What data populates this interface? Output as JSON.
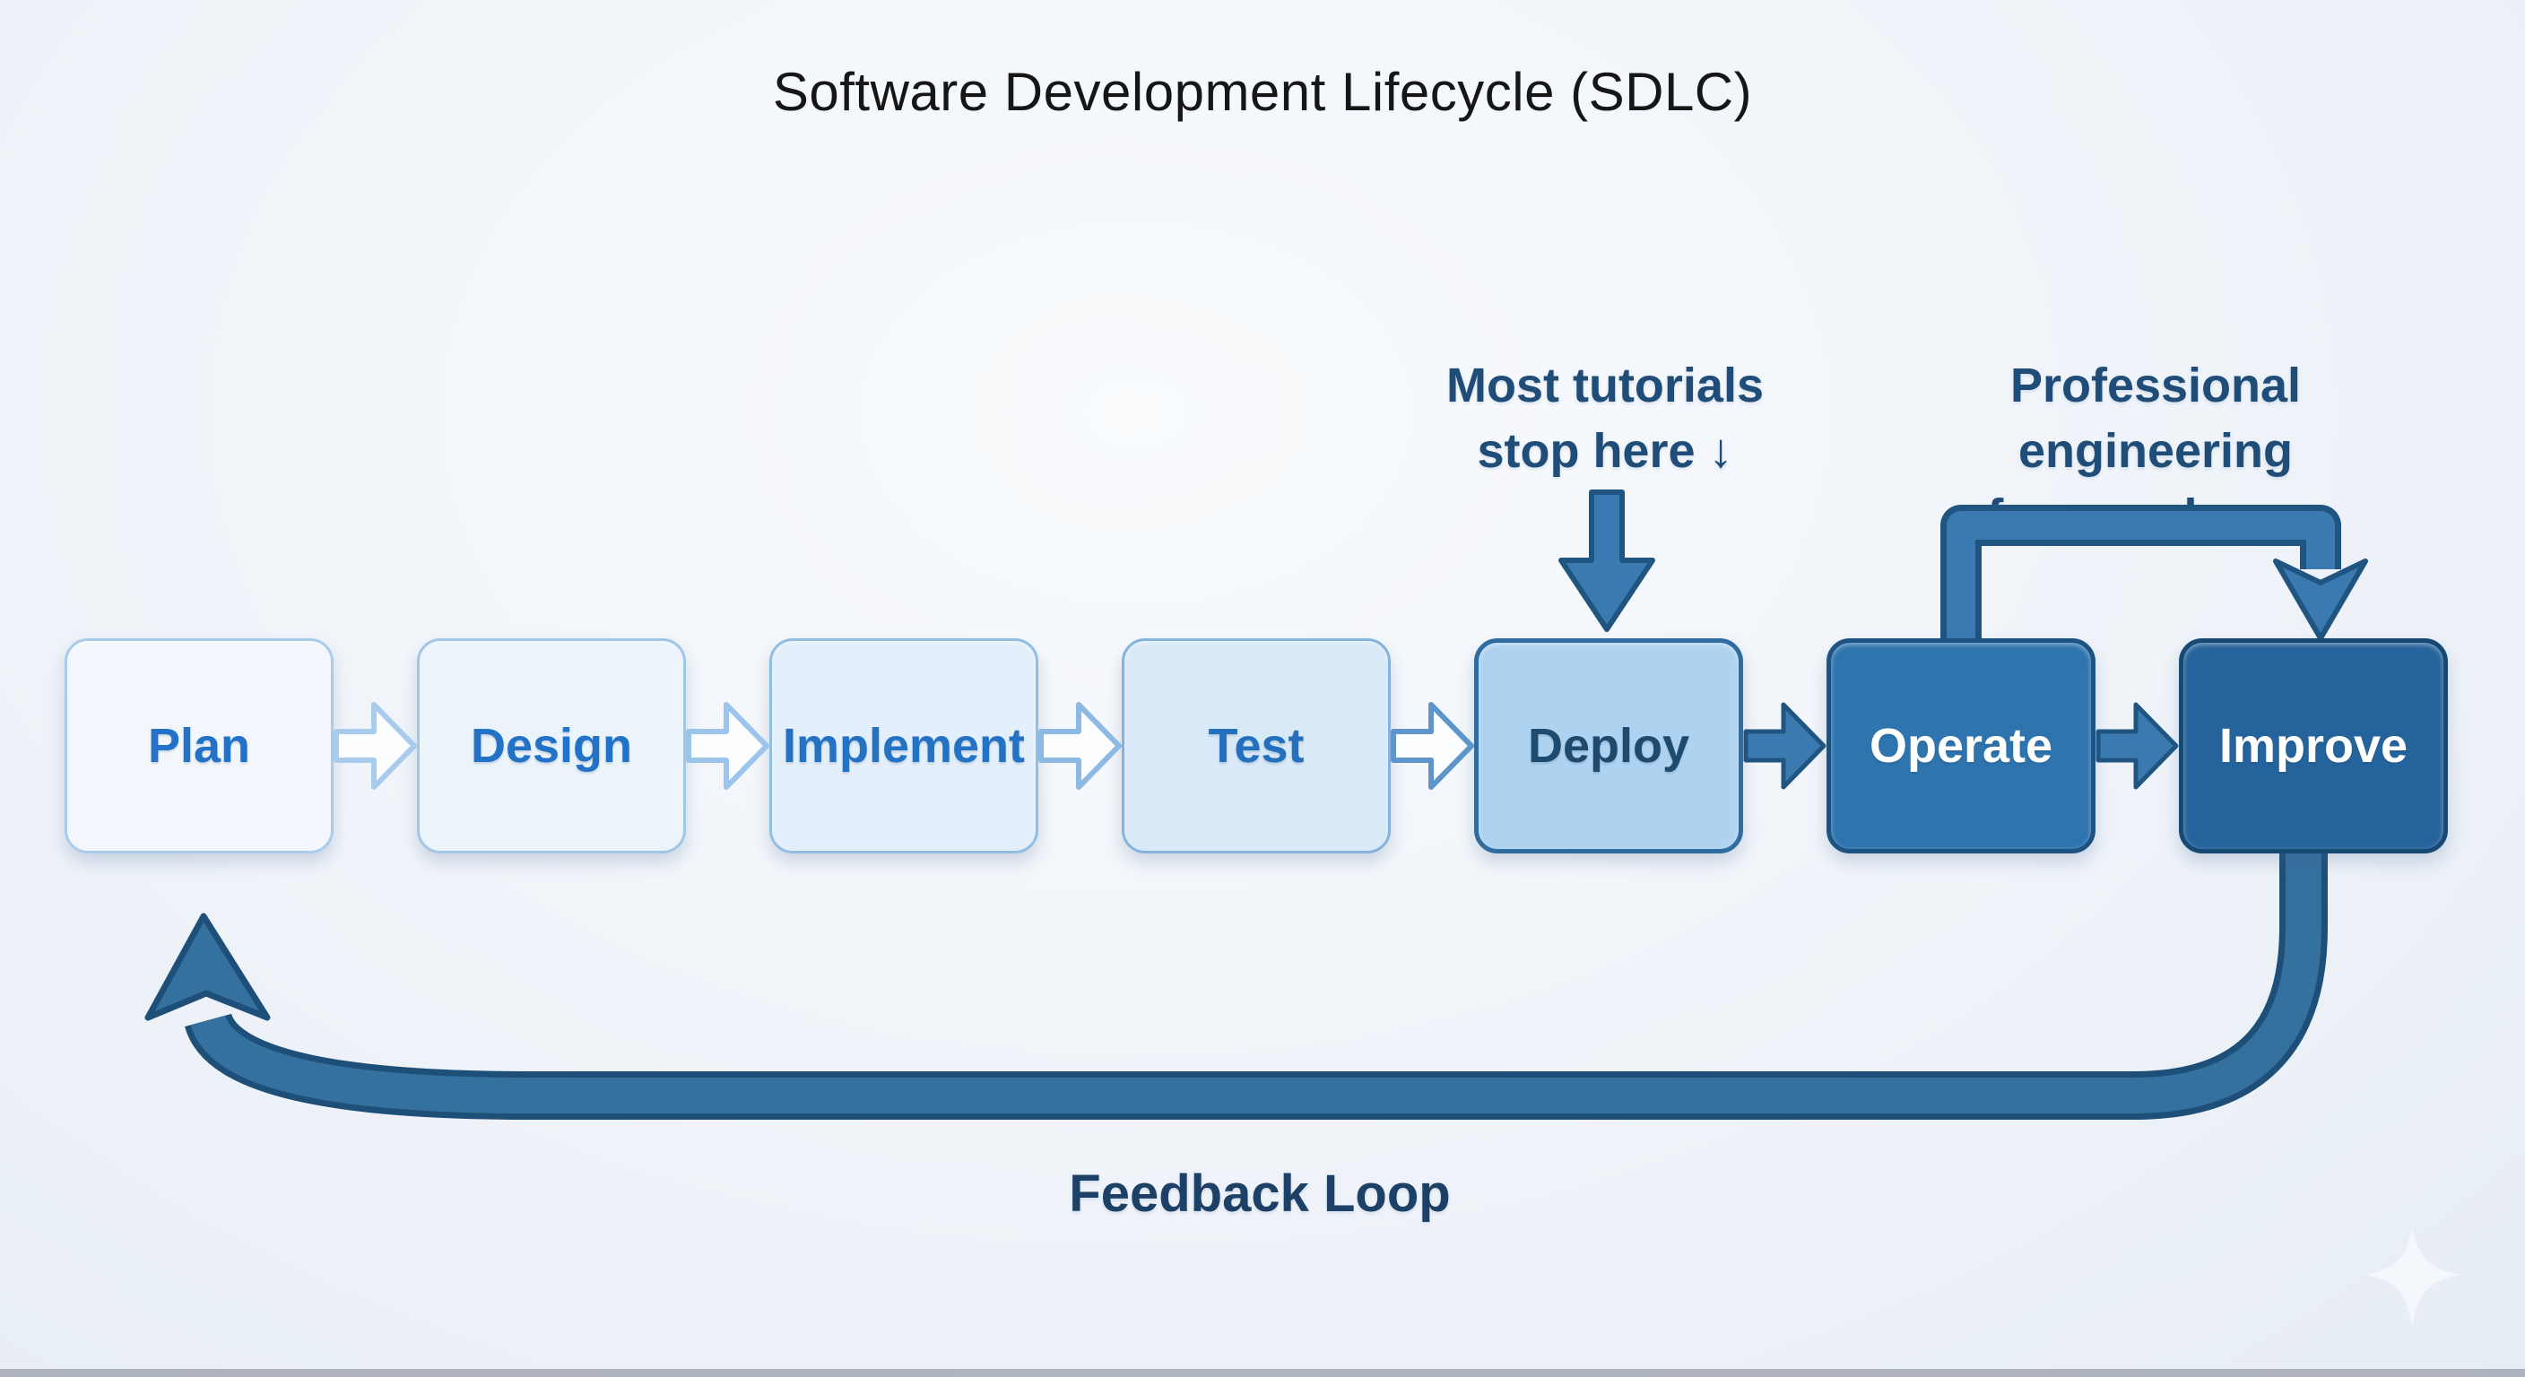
{
  "title": "Software Development Lifecycle (SDLC)",
  "stages": [
    {
      "label": "Plan",
      "fill": "#f3f7fd",
      "border": "#aacbea",
      "border_width": 3,
      "text_color": "#2273c8"
    },
    {
      "label": "Design",
      "fill": "#ebf3fb",
      "border": "#a0c6e8",
      "border_width": 3,
      "text_color": "#2273c8"
    },
    {
      "label": "Implement",
      "fill": "#e3effa",
      "border": "#92bee4",
      "border_width": 3,
      "text_color": "#2372c4"
    },
    {
      "label": "Test",
      "fill": "#d8e9f8",
      "border": "#84b4dd",
      "border_width": 3,
      "text_color": "#2470bf"
    },
    {
      "label": "Deploy",
      "fill": "#aed3f1",
      "border": "#2f6da0",
      "border_width": 5,
      "text_color": "#1e4a6e"
    },
    {
      "label": "Operate",
      "fill": "#2e74ae",
      "border": "#1c5380",
      "border_width": 5,
      "text_color": "#ffffff"
    },
    {
      "label": "Improve",
      "fill": "#25639c",
      "border": "#174a72",
      "border_width": 5,
      "text_color": "#ffffff"
    }
  ],
  "connectors": [
    {
      "from": "Plan",
      "to": "Design",
      "style": "outline",
      "fill": "#fbfdff",
      "stroke": "#a9cbee"
    },
    {
      "from": "Design",
      "to": "Implement",
      "style": "outline",
      "fill": "#fbfdff",
      "stroke": "#9dc4ea"
    },
    {
      "from": "Implement",
      "to": "Test",
      "style": "outline",
      "fill": "#fbfdff",
      "stroke": "#8dbae5"
    },
    {
      "from": "Test",
      "to": "Deploy",
      "style": "outline",
      "fill": "#fcfdff",
      "stroke": "#5e96cb"
    },
    {
      "from": "Deploy",
      "to": "Operate",
      "style": "solid",
      "fill": "#3a7ab0",
      "stroke": "#1f5580"
    },
    {
      "from": "Operate",
      "to": "Improve",
      "style": "solid",
      "fill": "#3a7ab0",
      "stroke": "#1f5580"
    }
  ],
  "annotations": {
    "tutorials": {
      "line1": "Most tutorials",
      "line2": "stop here ↓",
      "points_to": "Deploy"
    },
    "professional": {
      "line1": "Professional engineering",
      "line2": "focuses here ↓",
      "points_to": "Improve",
      "spans_from": "Operate"
    },
    "text_color": "#1f4d78"
  },
  "arrows": {
    "solid_fill": "#3a7ab0",
    "solid_stroke": "#1f5580"
  },
  "feedback_loop": {
    "label": "Feedback Loop",
    "from": "Improve",
    "to": "Plan",
    "fill": "#35719f",
    "stroke": "#1e4f79",
    "label_color": "#1d4066"
  },
  "watermark": {
    "icon": "sparkle",
    "color": "#f7fafd"
  },
  "colors": {
    "background_center": "#f9fbfd",
    "background_edge": "#e7edf5",
    "title_color": "#161616",
    "bottom_edge": "#7d8490"
  }
}
